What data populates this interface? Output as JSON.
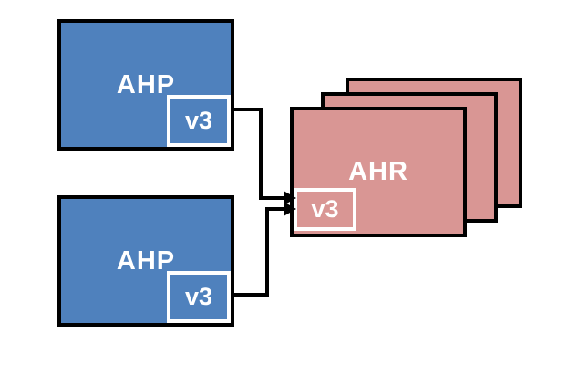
{
  "colors": {
    "background": "#ffffff",
    "node_blue": "#4f81bd",
    "node_pink": "#d99694",
    "outline": "#000000",
    "version_border": "#ffffff",
    "label_text": "#ffffff"
  },
  "nodes": {
    "ahp_top": {
      "label": "AHP",
      "version": "v3"
    },
    "ahp_bottom": {
      "label": "AHP",
      "version": "v3"
    },
    "ahr": {
      "label": "AHR",
      "version": "v3",
      "stacked_copies": 3
    }
  },
  "connections": [
    {
      "from": "ahp-top",
      "to": "ahr"
    },
    {
      "from": "ahp-bottom",
      "to": "ahr"
    }
  ]
}
